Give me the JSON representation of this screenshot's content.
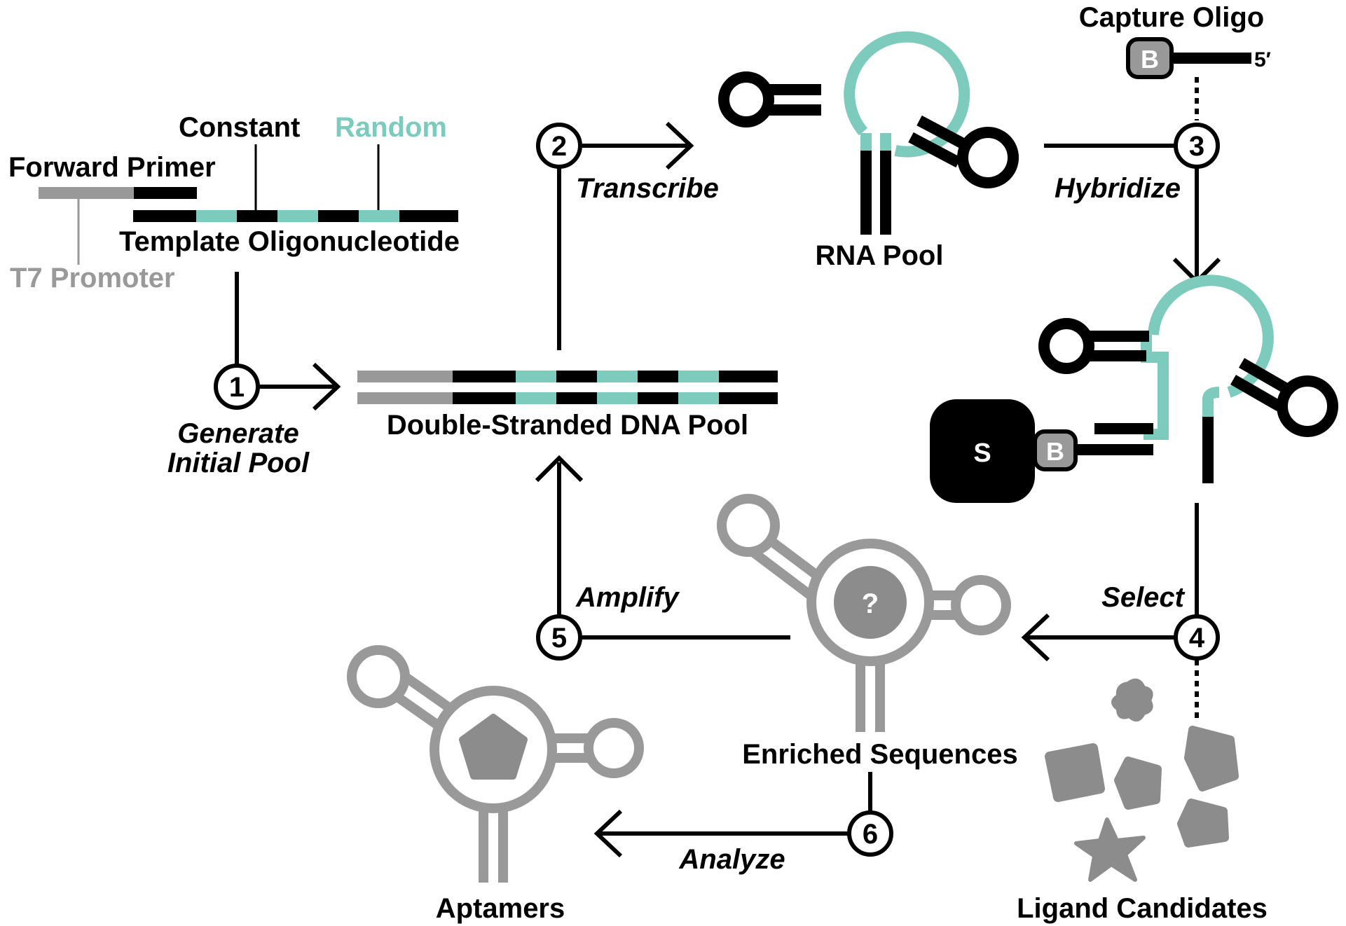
{
  "colors": {
    "black": "#000000",
    "teal": "#7ccbbd",
    "gray": "#999999",
    "dark_gray": "#8c8c8c",
    "white": "#ffffff"
  },
  "labels": {
    "forward_primer": "Forward Primer",
    "constant": "Constant",
    "random": "Random",
    "template": "Template Oligonucleotide",
    "t7_promoter": "T7 Promoter",
    "dsdna_pool": "Double-Stranded DNA Pool",
    "rna_pool": "RNA Pool",
    "capture_oligo": "Capture Oligo",
    "five_prime": "5′",
    "biotin": "B",
    "streptavidin": "S",
    "enriched": "Enriched Sequences",
    "aptamers": "Aptamers",
    "ligands": "Ligand Candidates",
    "unknown": "?"
  },
  "steps": [
    {
      "number": "1",
      "label_line1": "Generate",
      "label_line2": "Initial Pool"
    },
    {
      "number": "2",
      "label_line1": "Transcribe"
    },
    {
      "number": "3",
      "label_line1": "Hybridize"
    },
    {
      "number": "4",
      "label_line1": "Select"
    },
    {
      "number": "5",
      "label_line1": "Amplify"
    },
    {
      "number": "6",
      "label_line1": "Analyze"
    }
  ]
}
